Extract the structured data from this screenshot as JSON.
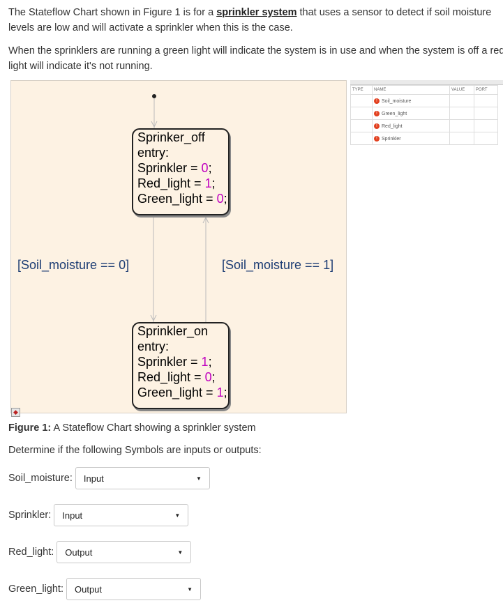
{
  "intro": {
    "line1_before": "The Stateflow Chart shown in Figure 1 is for a ",
    "line1_link": "sprinkler system",
    "line1_after": " that uses a sensor to detect if soil moisture",
    "line2": "levels are low and will activate a sprinkler when this is the case.",
    "line3": "When the sprinklers are running a green light will indicate the system is in use and when the system is off a red",
    "line4": "light will indicate it's not running."
  },
  "chart": {
    "state_off": {
      "name": "Sprinker_off",
      "entry": "entry:",
      "l1_var": "Sprinkler = ",
      "l1_val": "0",
      "l1_end": ";",
      "l2_var": "Red_light = ",
      "l2_val": "1",
      "l2_end": ";",
      "l3_var": "Green_light = ",
      "l3_val": "0",
      "l3_end": ";"
    },
    "state_on": {
      "name": "Sprinkler_on",
      "entry": "entry:",
      "l1_var": "Sprinkler = ",
      "l1_val": "1",
      "l1_end": ";",
      "l2_var": "Red_light = ",
      "l2_val": "0",
      "l2_end": ";",
      "l3_var": "Green_light = ",
      "l3_val": "1",
      "l3_end": ";"
    },
    "guard_left": "[Soil_moisture == 0]",
    "guard_right": "[Soil_moisture == 1]"
  },
  "symbol_table": {
    "headers": {
      "type": "TYPE",
      "name": "NAME",
      "value": "VALUE",
      "port": "PORT"
    },
    "rows": [
      "Soil_moisture",
      "Green_light",
      "Red_light",
      "Sprinkler"
    ]
  },
  "caption": {
    "label": "Figure 1:",
    "text": " A Stateflow Chart showing a sprinkler system"
  },
  "question": "Determine if the following Symbols are inputs or outputs:",
  "answers": [
    {
      "label": "Soil_moisture:",
      "value": "Input"
    },
    {
      "label": "Sprinkler:",
      "value": "Input"
    },
    {
      "label": "Red_light:",
      "value": "Output"
    },
    {
      "label": "Green_light:",
      "value": "Output"
    }
  ]
}
